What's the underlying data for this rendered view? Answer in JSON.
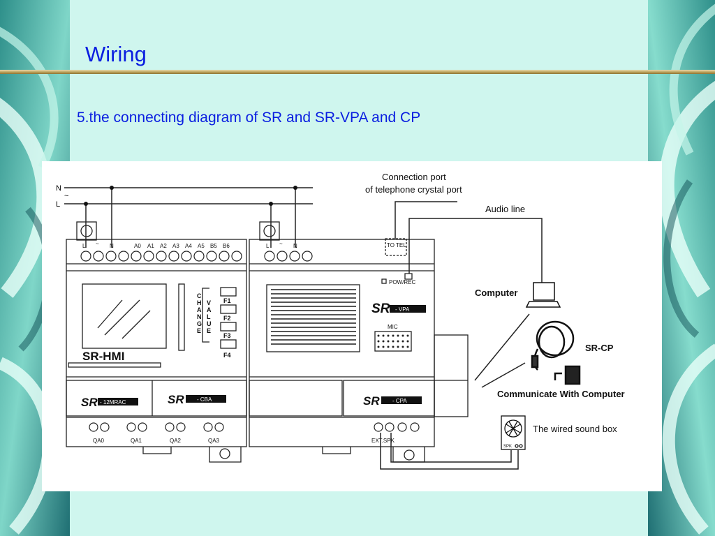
{
  "slide": {
    "title": "Wiring",
    "subtitle": "5.the connecting diagram of SR and SR-VPA and CP"
  },
  "colors": {
    "background": "#cff6ee",
    "title": "#0a1ee0",
    "bar": "#b79c55"
  },
  "diagram": {
    "power": {
      "n": "N",
      "l": "L",
      "tilde": "~"
    },
    "callouts": {
      "port_line1": "Connection port",
      "port_line2": "of telephone crystal port",
      "audio": "Audio line",
      "computer": "Computer",
      "srcp": "SR-CP",
      "communicate": "Communicate With Computer",
      "soundbox": "The wired sound box"
    },
    "hmi": {
      "name": "SR-HMI",
      "top_terminals": [
        "L",
        "~",
        "N",
        "A0",
        "A1",
        "A2",
        "A3",
        "A4",
        "A5",
        "B5",
        "B6"
      ],
      "change_value": [
        "C",
        "H",
        "A",
        "N",
        "G",
        "E",
        "V",
        "A",
        "L",
        "U",
        "E"
      ],
      "fkeys": [
        "F1",
        "F2",
        "F3",
        "F4"
      ],
      "module_a": "- 12MRAC",
      "module_b": "- CBA",
      "outputs": [
        "QA0",
        "QA1",
        "QA2",
        "QA3"
      ]
    },
    "vpa": {
      "top_terminals": [
        "L",
        "~",
        "N"
      ],
      "to_tel": "TO TEL",
      "pow_rec": "POW/REC",
      "badge": "- VPA",
      "mic": "MIC",
      "module_c": "- CPA",
      "ext_spk": "EXT.SPK",
      "spk": "SPK",
      "logo": "SR"
    }
  }
}
